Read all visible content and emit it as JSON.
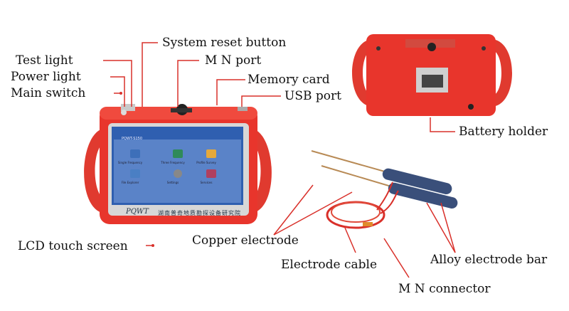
{
  "labels": {
    "test_light": "Test light",
    "power_light": "Power light",
    "main_switch": "Main switch",
    "system_reset": "System reset button",
    "mn_port": "M N port",
    "memory_card": "Memory card",
    "usb_port": "USB port",
    "battery_holder": "Battery holder",
    "lcd_touch_screen": "LCD touch screen",
    "copper_electrode": "Copper electrode",
    "electrode_cable": "Electrode cable",
    "alloy_electrode_bar": "Alloy electrode bar",
    "mn_connector": "M N connector"
  },
  "screen": {
    "title": "PQWT-S150",
    "apps": [
      "Single Frequency",
      "Three Frequency",
      "Profile Survey",
      "File Explorer",
      "Settings",
      "Services"
    ]
  },
  "device_brand": "PQWT",
  "device_brand_cn": "湖南普奇地质勘探设备研究院",
  "colors": {
    "device_red": "#e8352c",
    "label_line": "#d9302a",
    "screen_blue": "#2f5fb0"
  }
}
